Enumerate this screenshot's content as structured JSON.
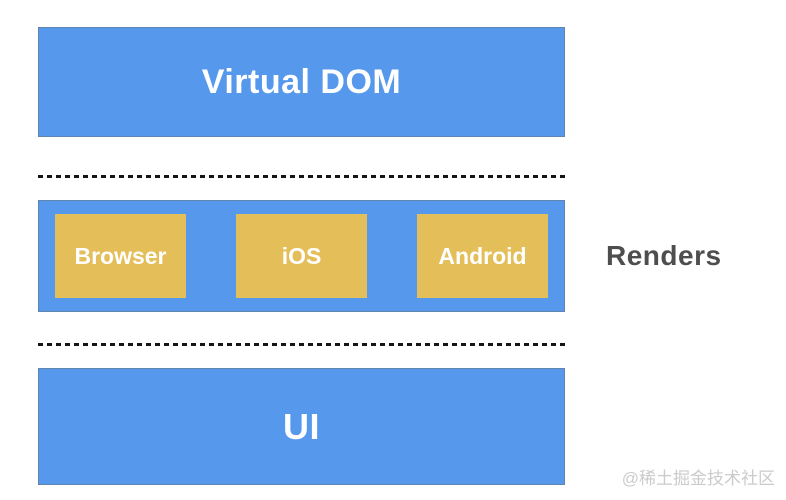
{
  "diagram": {
    "title_box": {
      "label": "Virtual DOM"
    },
    "renders_layer": {
      "side_label": "Renders",
      "platforms": [
        {
          "label": "Browser"
        },
        {
          "label": "iOS"
        },
        {
          "label": "Android"
        }
      ]
    },
    "ui_box": {
      "label": "UI"
    },
    "watermark": "@稀土掘金技术社区",
    "colors": {
      "bar_blue": "#5598ec",
      "chip_yellow": "#e4be58",
      "box_text_white": "#ffffff",
      "side_label_gray": "#4e4e4e",
      "dash_black": "#151515",
      "watermark_gray": "#cbcbcb",
      "background": "#ffffff"
    }
  }
}
